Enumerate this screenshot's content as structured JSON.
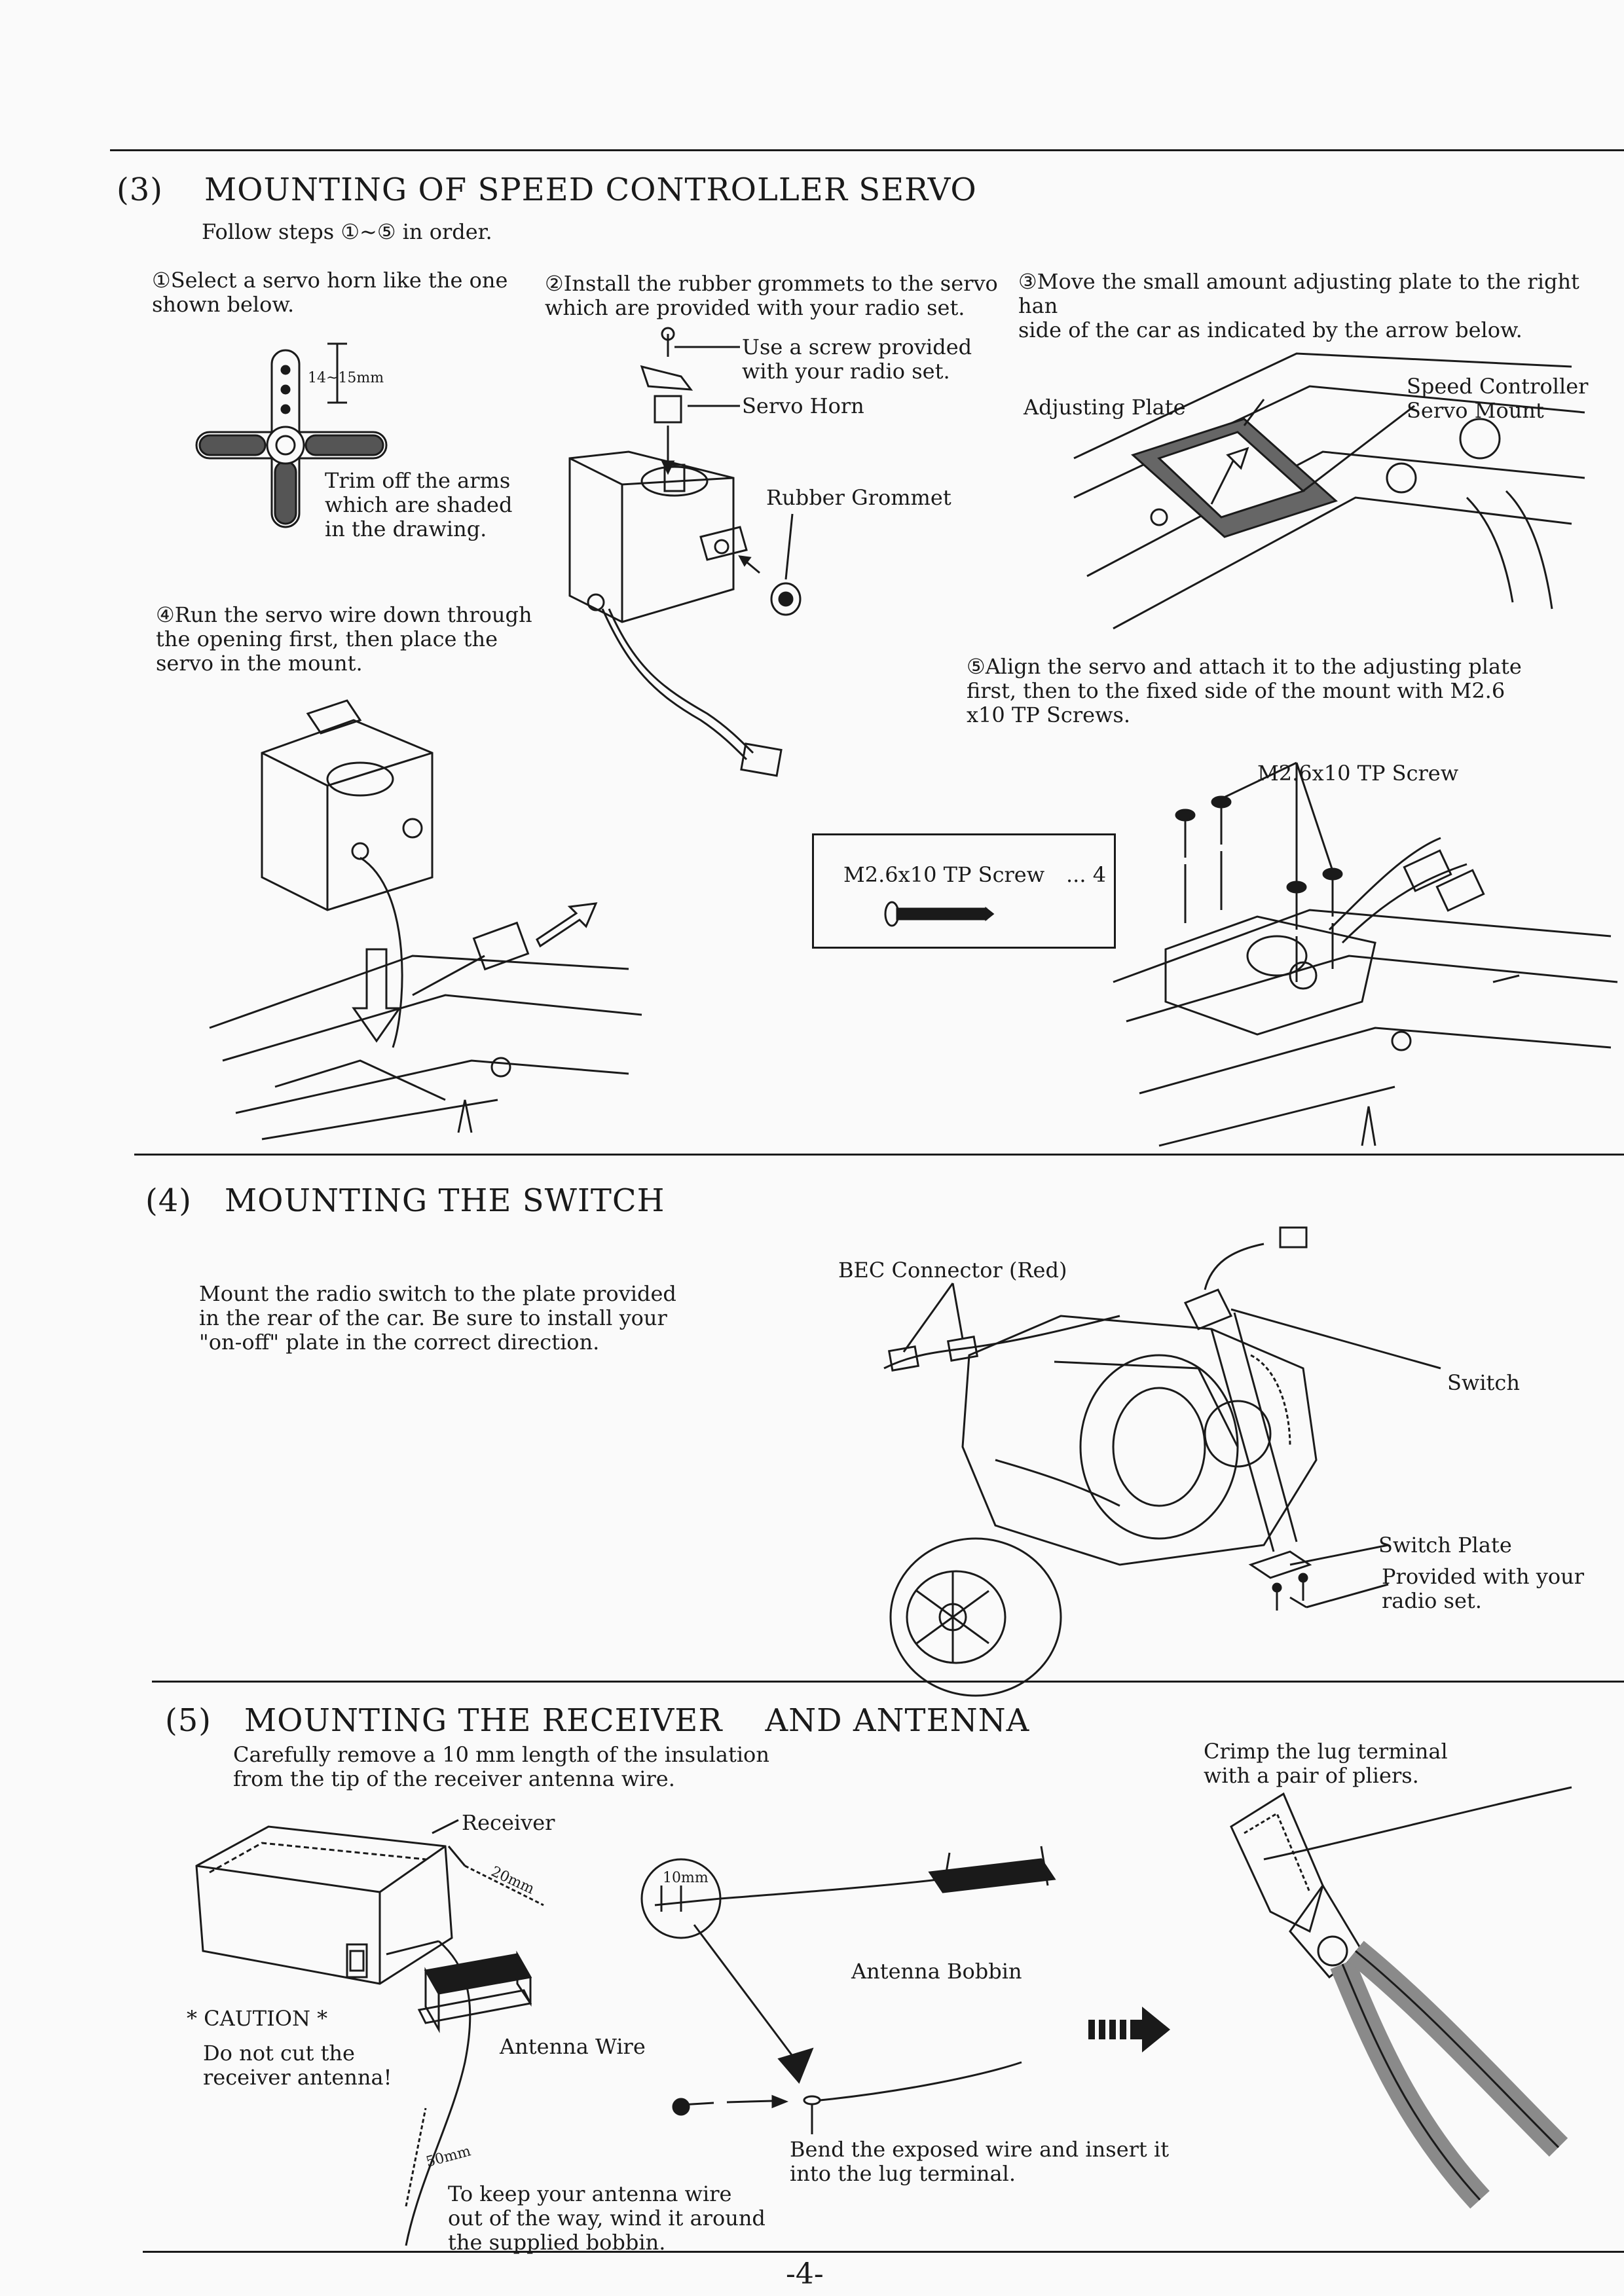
{
  "section3": {
    "number": "(3)",
    "title": "MOUNTING OF SPEED CONTROLLER SERVO",
    "subtitle": "Follow steps  ①~⑤ in order.",
    "step1": "①Select a servo horn like the one\n    shown below.",
    "dimension": "14~15mm",
    "trim_note": "Trim off the arms\nwhich are shaded\nin the drawing.",
    "step2": "②Install the rubber grommets to the servo\n    which are provided with your radio set.",
    "screw_note": "Use a screw provided\nwith your radio set.",
    "servo_horn": "Servo Horn",
    "rubber_grommet": "Rubber Grommet",
    "step3": "③Move the small amount adjusting plate to the right han\n    side of the car as indicated by the arrow below.",
    "adjusting_plate": "Adjusting Plate",
    "speed_controller_mount": "Speed Controller\nServo Mount",
    "step4": "④Run the servo wire down through\n    the opening first, then place the\n    servo in the mount.",
    "step5": "⑤Align the servo and attach it to the adjusting plate\n    first, then to the fixed side of the mount with M2.6\n    x10 TP Screws.",
    "screw_label": "M2.6x10 TP Screw",
    "parts_name": "M2.6x10 TP Screw",
    "parts_qty": "... 4"
  },
  "section4": {
    "number": "(4)",
    "title": "MOUNTING THE SWITCH",
    "instructions": "Mount the radio switch to the plate provided\nin the rear of the car. Be sure to install your\n\"on-off\" plate in the correct direction.",
    "bec_connector": "BEC Connector  (Red)",
    "switch": "Switch",
    "switch_plate": "Switch Plate",
    "provided": "Provided with your\nradio set."
  },
  "section5": {
    "number": "(5)",
    "title": "MOUNTING THE RECEIVER    AND ANTENNA",
    "intro": "Carefully remove a 10 mm length of the insulation\nfrom the tip of the receiver antenna wire.",
    "crimp": "Crimp the lug terminal\nwith a pair of pliers.",
    "receiver": "Receiver",
    "dim20": "20mm",
    "dim10": "10mm",
    "dim50": "50mm",
    "antenna_bobbin": "Antenna Bobbin",
    "caution_head": "* CAUTION *",
    "caution_body": "Do not cut the\nreceiver antenna!",
    "antenna_wire": "Antenna Wire",
    "bend_note": "Bend the exposed wire and insert it\ninto the lug terminal.",
    "keep_note": "To keep your antenna wire\nout of the way, wind it around\nthe supplied bobbin."
  },
  "page_number": "-4-"
}
